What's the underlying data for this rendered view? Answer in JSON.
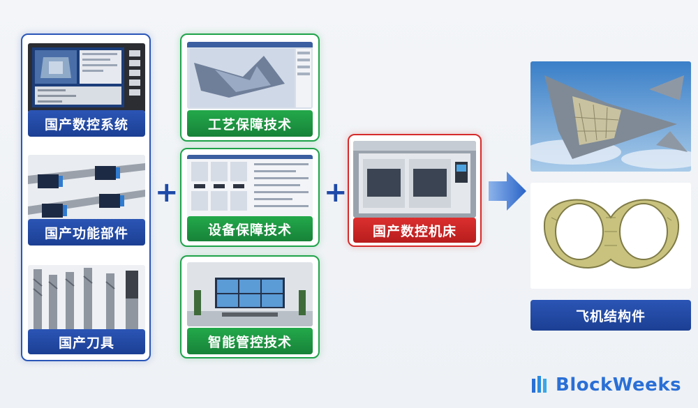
{
  "left_column": {
    "items": [
      {
        "label": "国产数控系统",
        "image": "cnc-control-panel"
      },
      {
        "label": "国产功能部件",
        "image": "linear-guide-rails"
      },
      {
        "label": "国产刀具",
        "image": "end-mill-cutters"
      }
    ]
  },
  "plus_sign": "+",
  "middle_column": {
    "items": [
      {
        "label": "工艺保障技术",
        "image": "cam-software-screen"
      },
      {
        "label": "设备保障技术",
        "image": "monitoring-software-screen"
      },
      {
        "label": "智能管控技术",
        "image": "control-room-video-wall"
      }
    ]
  },
  "center_box": {
    "label": "国产数控机床",
    "image": "cnc-machine-tool"
  },
  "result": {
    "label": "飞机结构件",
    "images": [
      "fighter-jet-cutaway",
      "aircraft-frame-part"
    ]
  },
  "brand": {
    "name": "BlockWeeks"
  },
  "colors": {
    "blue": "#2a56b8",
    "green": "#1fa34a",
    "red": "#d62a2a",
    "arrow": "#2a64c8"
  }
}
